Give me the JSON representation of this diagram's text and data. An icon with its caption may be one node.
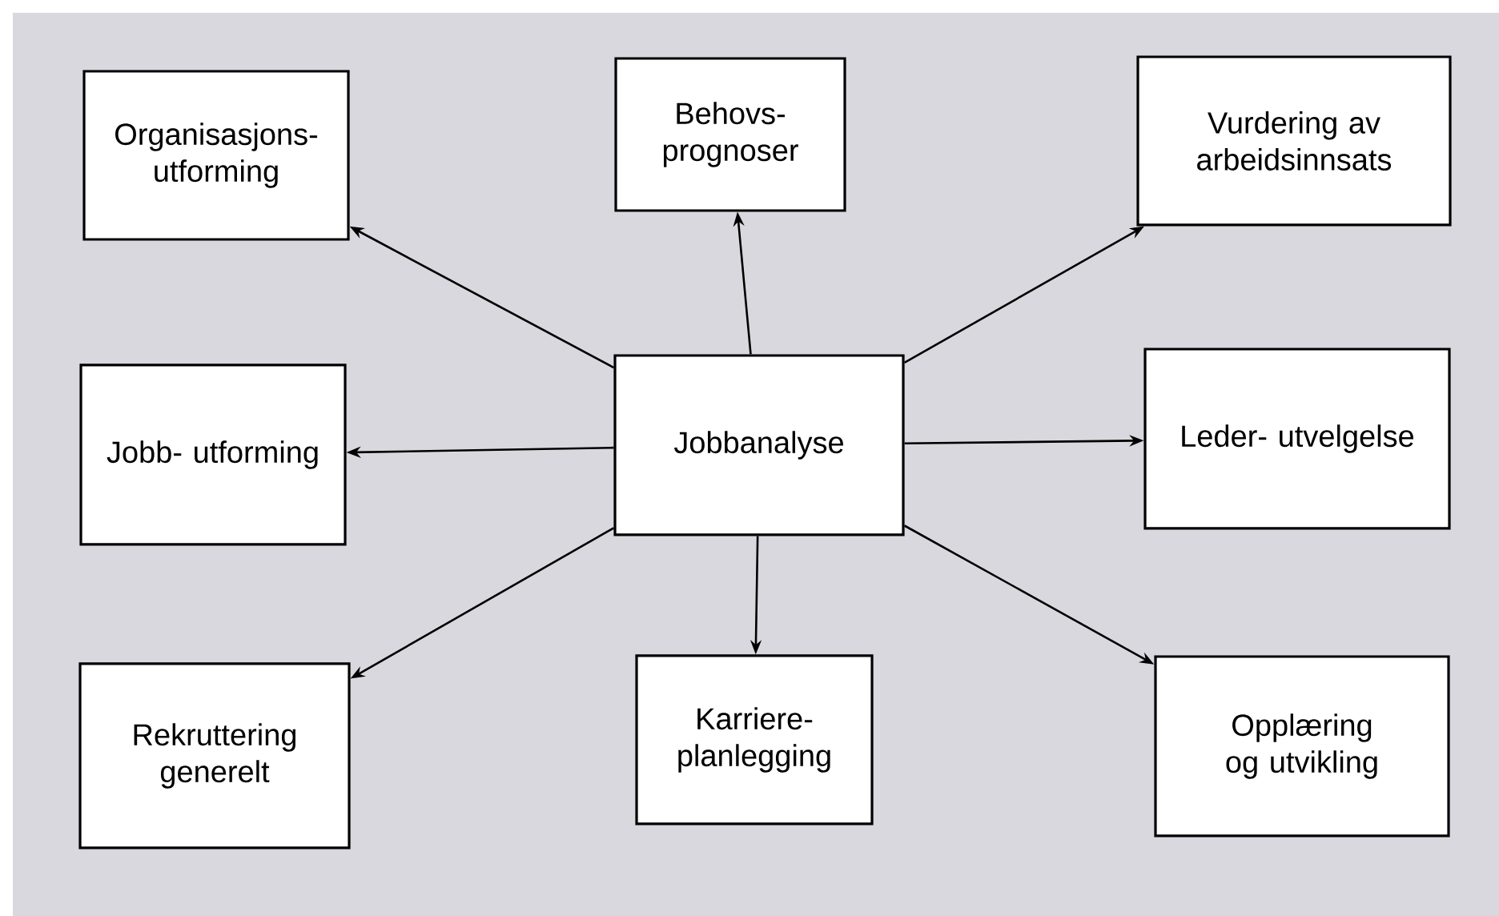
{
  "diagram": {
    "nodes": [
      {
        "text": [
          "Organisasjons- utforming"
        ]
      },
      {
        "text": [
          "Behovs- prognoser"
        ]
      },
      {
        "text": [
          "Vurdering av arbeidsinnsats"
        ]
      },
      {
        "text": [
          "Jobb- utforming"
        ]
      },
      {
        "text": [
          "Jobbanalyse"
        ]
      },
      {
        "text": [
          "Leder- utvelgelse"
        ]
      },
      {
        "text": [
          "Rekruttering generelt"
        ]
      },
      {
        "text": [
          "Karriere- planlegging"
        ]
      },
      {
        "text": [
          "Opplæring og utvikling"
        ]
      }
    ],
    "edges": [
      {
        "from": 4,
        "to": 0,
        "arrow": "to"
      },
      {
        "from": 4,
        "to": 1,
        "arrow": "to"
      },
      {
        "from": 4,
        "to": 2,
        "arrow": "to"
      },
      {
        "from": 4,
        "to": 3,
        "arrow": "to"
      },
      {
        "from": 4,
        "to": 5,
        "arrow": "to"
      },
      {
        "from": 4,
        "to": 6,
        "arrow": "to"
      },
      {
        "from": 4,
        "to": 7,
        "arrow": "to"
      },
      {
        "from": 4,
        "to": 8,
        "arrow": "to"
      }
    ]
  }
}
